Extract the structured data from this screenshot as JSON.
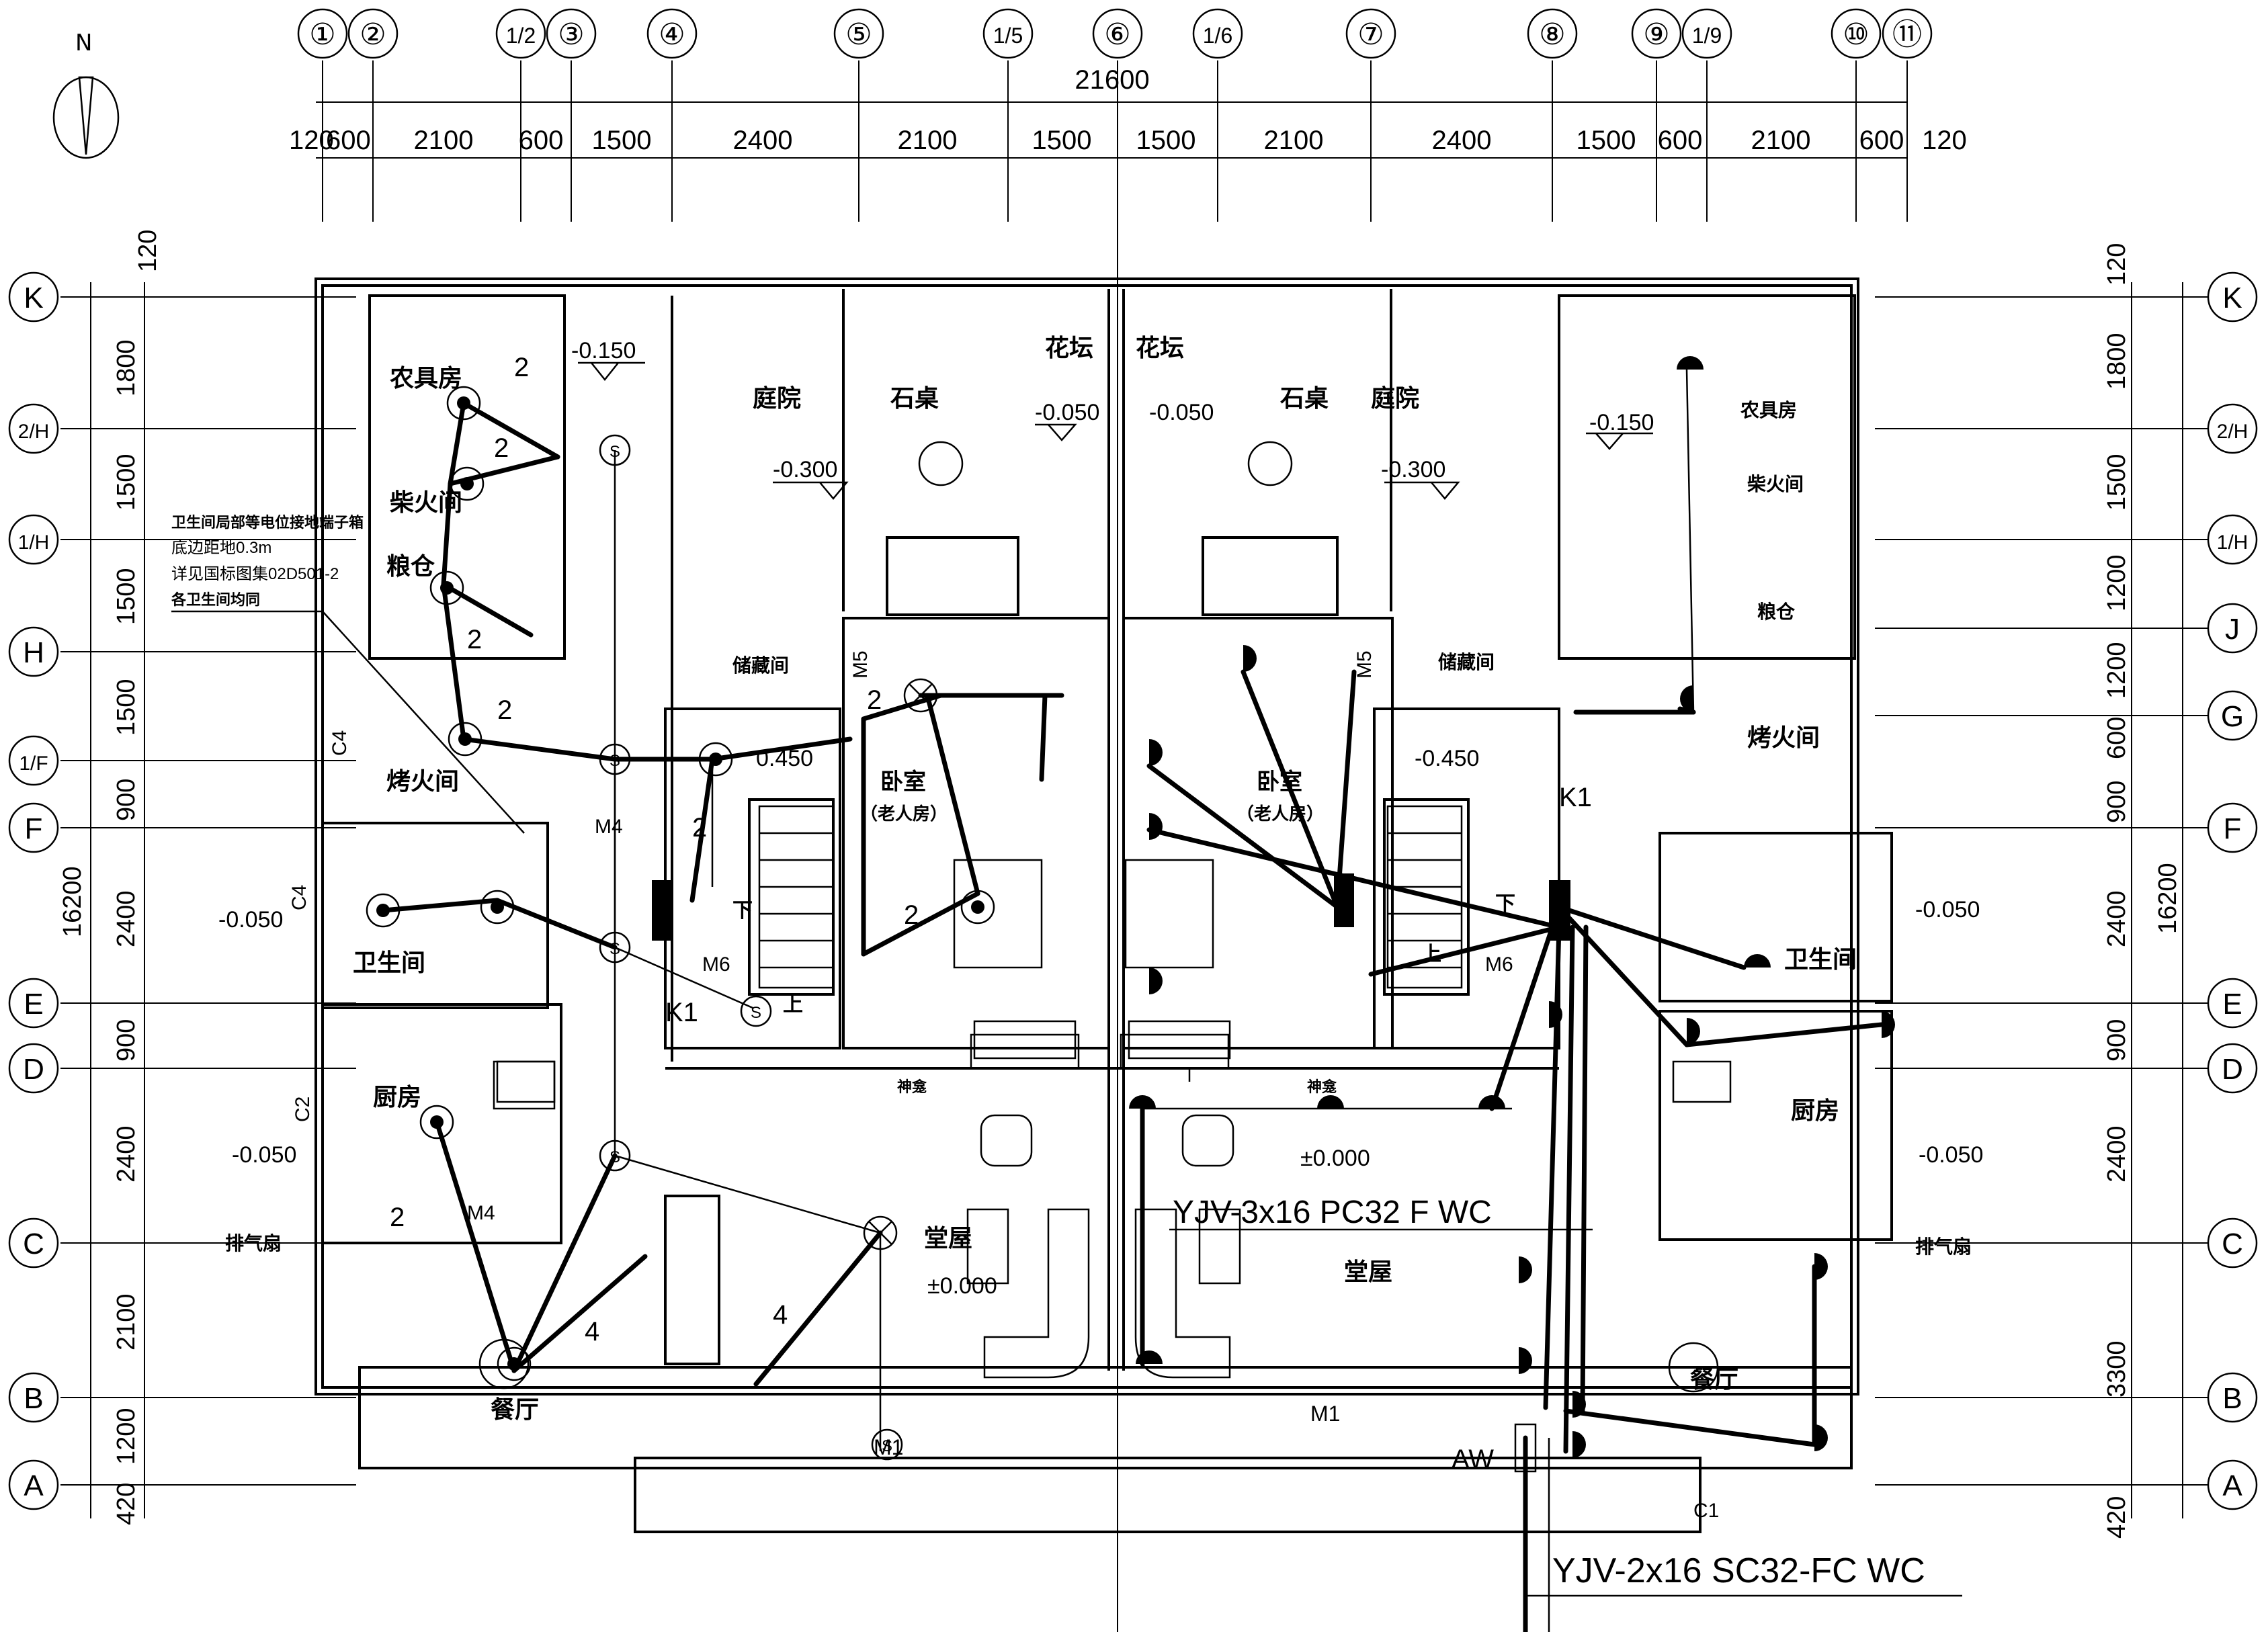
{
  "north": "N",
  "top_axes": [
    "①",
    "②",
    "1/2",
    "③",
    "④",
    "⑤",
    "1/5",
    "⑥",
    "1/6",
    "⑦",
    "⑧",
    "⑨",
    "1/9",
    "⑩",
    "⑪"
  ],
  "left_axes": [
    "K",
    "2/H",
    "1/H",
    "H",
    "1/F",
    "F",
    "E",
    "D",
    "C",
    "B",
    "A"
  ],
  "right_axes": [
    "K",
    "2/H",
    "1/H",
    "J",
    "G",
    "F",
    "E",
    "D",
    "C",
    "B",
    "A"
  ],
  "overall_width": "21600",
  "overall_depth": "16200",
  "top_dims": [
    "120",
    "600",
    "2100",
    "600",
    "1500",
    "2400",
    "2100",
    "1500",
    "1500",
    "2100",
    "2400",
    "1500",
    "600",
    "2100",
    "600",
    "120"
  ],
  "left_dims": [
    "120",
    "1800",
    "1500",
    "1500",
    "1500",
    "900",
    "2400",
    "900",
    "2400",
    "2100",
    "1200",
    "420"
  ],
  "right_dims": [
    "120",
    "1800",
    "1500",
    "1200",
    "1200",
    "600",
    "900",
    "2400",
    "900",
    "2400",
    "3300",
    "420"
  ],
  "rooms": {
    "tool_room": "农具房",
    "firewood": "柴火间",
    "granary": "粮仓",
    "roast_room": "烤火间",
    "bathroom": "卫生间",
    "kitchen": "厨房",
    "dining": "餐厅",
    "courtyard": "庭院",
    "stone_table": "石桌",
    "flower_bed": "花坛",
    "storage": "储藏间",
    "bedroom": "卧室",
    "elder_room": "（老人房）",
    "hall": "堂屋",
    "shrine": "神龛",
    "exhaust_fan": "排气扇"
  },
  "levels": [
    "-0.150",
    "-0.050",
    "-0.300",
    "0.450",
    "-0.450",
    "±0.000"
  ],
  "note_lines": [
    "卫生间局部等电位接地端子箱",
    "底边距地0.3m",
    "详见国标图集02D501-2",
    "各卫生间均同"
  ],
  "door_tags": [
    "M1",
    "M4",
    "M5",
    "M6",
    "C1",
    "C2",
    "C4",
    "K1",
    "AW"
  ],
  "circuit_counts": [
    "2",
    "4"
  ],
  "cable_1": "YJV-3x16 PC32 F WC",
  "cable_2": "YJV-2x16 SC32-FC WC",
  "stairs": [
    "上",
    "下"
  ]
}
